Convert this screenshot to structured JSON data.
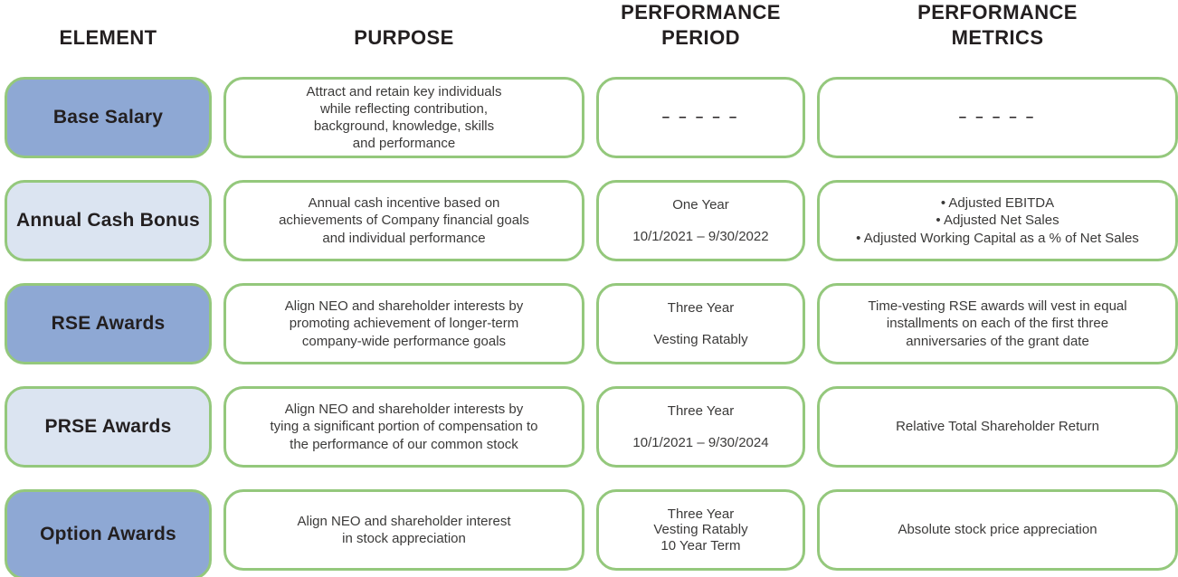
{
  "title": "Executive compensation program elements",
  "colors": {
    "border_green": "#94C87C",
    "element_fill_dark_blue": "#8EA8D4",
    "element_fill_light_blue": "#DBE4F1",
    "header_text": "#231F20",
    "body_text": "#3B3A39"
  },
  "headers": {
    "element": "ELEMENT",
    "purpose": "PURPOSE",
    "period": "PERFORMANCE\nPERIOD",
    "metrics": "PERFORMANCE\nMETRICS"
  },
  "rows": [
    {
      "element": "Base Salary",
      "purpose": "Attract and retain key individuals\nwhile reflecting contribution,\nbackground, knowledge, skills\nand performance",
      "period": "– – – – –",
      "metrics": "– – – – –"
    },
    {
      "element": "Annual Cash Bonus",
      "purpose": "Annual cash incentive based on\nachievements of Company financial goals\nand individual performance",
      "period": "One Year\n\n10/1/2021 – 9/30/2022",
      "metrics": "• Adjusted EBITDA\n• Adjusted Net Sales\n• Adjusted Working Capital as a % of Net Sales"
    },
    {
      "element": "RSE Awards",
      "purpose": "Align NEO and shareholder interests by\npromoting achievement of longer-term\ncompany-wide performance goals",
      "period": "Three Year\n\nVesting Ratably",
      "metrics": "Time-vesting RSE awards will vest in equal\ninstallments on each of the first three\nanniversaries of the grant date"
    },
    {
      "element": "PRSE Awards",
      "purpose": "Align NEO and shareholder interests by\ntying a significant portion of compensation to\nthe performance of our common stock",
      "period": "Three Year\n\n10/1/2021 – 9/30/2024",
      "metrics": "Relative Total Shareholder Return"
    },
    {
      "element": "Option Awards",
      "purpose": "Align NEO and shareholder interest\nin stock appreciation",
      "period": "Three Year\nVesting Ratably\n10 Year Term",
      "metrics": "Absolute stock price appreciation"
    }
  ]
}
